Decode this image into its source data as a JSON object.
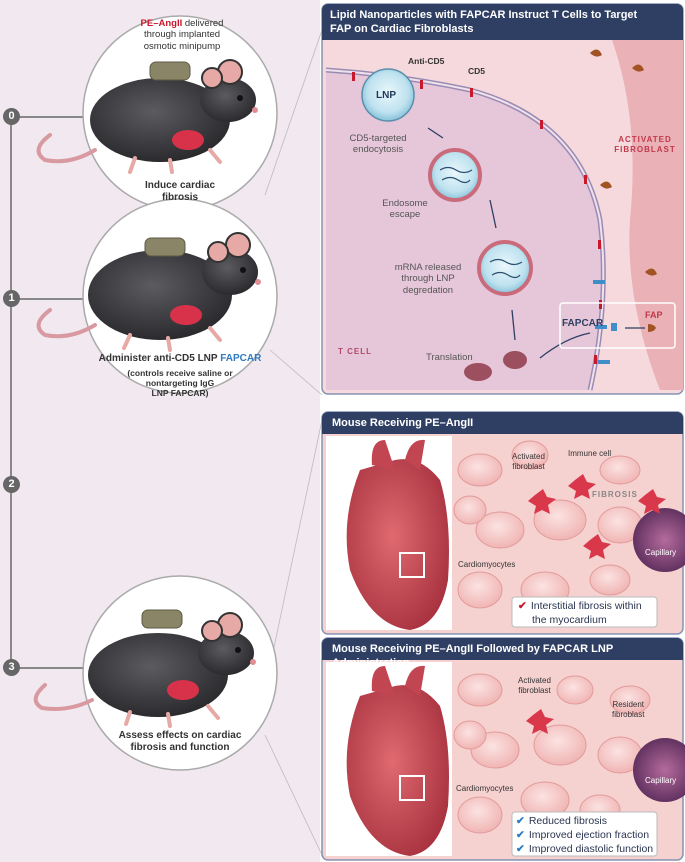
{
  "timeline": {
    "steps": [
      "0",
      "1",
      "2",
      "3"
    ]
  },
  "mice": [
    {
      "caption_line1": "Induce cardiac",
      "caption_line2": "fibrosis",
      "note_accent": "PE–AngII",
      "note_line1": "delivered",
      "note_line2": "through implanted",
      "note_line3": "osmotic minipump"
    },
    {
      "caption_line1": "Administer anti-CD5 LNP",
      "caption_accent": "FAPCAR",
      "sub_line1": "(controls receive saline or",
      "sub_line2": "nontargeting IgG",
      "sub_line3": "LNP FAPCAR)"
    },
    {
      "caption_line1": "Assess effects on cardiac",
      "caption_line2": "fibrosis and function"
    }
  ],
  "panel_lnp": {
    "title_line1": "Lipid Nanoparticles with FAPCAR Instruct T Cells to Target",
    "title_line2": "FAP on Cardiac Fibroblasts",
    "labels": {
      "anti_cd5": "Anti-CD5",
      "cd5": "CD5",
      "lnp": "LNP",
      "endocytosis_1": "CD5-targeted",
      "endocytosis_2": "endocytosis",
      "endosome_1": "Endosome",
      "endosome_2": "escape",
      "mrna_1": "mRNA released",
      "mrna_2": "through LNP",
      "mrna_3": "degredation",
      "activated_1": "ACTIVATED",
      "activated_2": "FIBROBLAST",
      "fapcar": "FAPCAR",
      "fap": "FAP",
      "tcell": "T CELL",
      "translation": "Translation"
    }
  },
  "panel_fibrosis": {
    "title": "Mouse Receiving PE–AngII",
    "labels": {
      "activated_1": "Activated",
      "activated_2": "fibroblast",
      "immune": "Immune cell",
      "fibrosis": "FIBROSIS",
      "cardiomyocytes": "Cardiomyocytes",
      "capillary": "Capillary"
    },
    "outcome_line1": "Interstitial fibrosis within",
    "outcome_line2": "the myocardium"
  },
  "panel_treated": {
    "title": "Mouse Receiving PE–AngII Followed by FAPCAR LNP Administration",
    "labels": {
      "activated_1": "Activated",
      "activated_2": "fibroblast",
      "resident_1": "Resident",
      "resident_2": "fibroblast",
      "cardiomyocytes": "Cardiomyocytes",
      "capillary": "Capillary"
    },
    "outcomes": [
      "Reduced fibrosis",
      "Improved ejection fraction",
      "Improved diastolic function"
    ]
  },
  "colors": {
    "header_navy": "#2f3f64",
    "accent_red": "#c8182c",
    "accent_blue": "#2e7bc0",
    "tissue_pink": "#f2c9cc",
    "timeline_gray": "#777777"
  },
  "icons": {
    "positive": "check-icon",
    "negative": "check-icon"
  }
}
